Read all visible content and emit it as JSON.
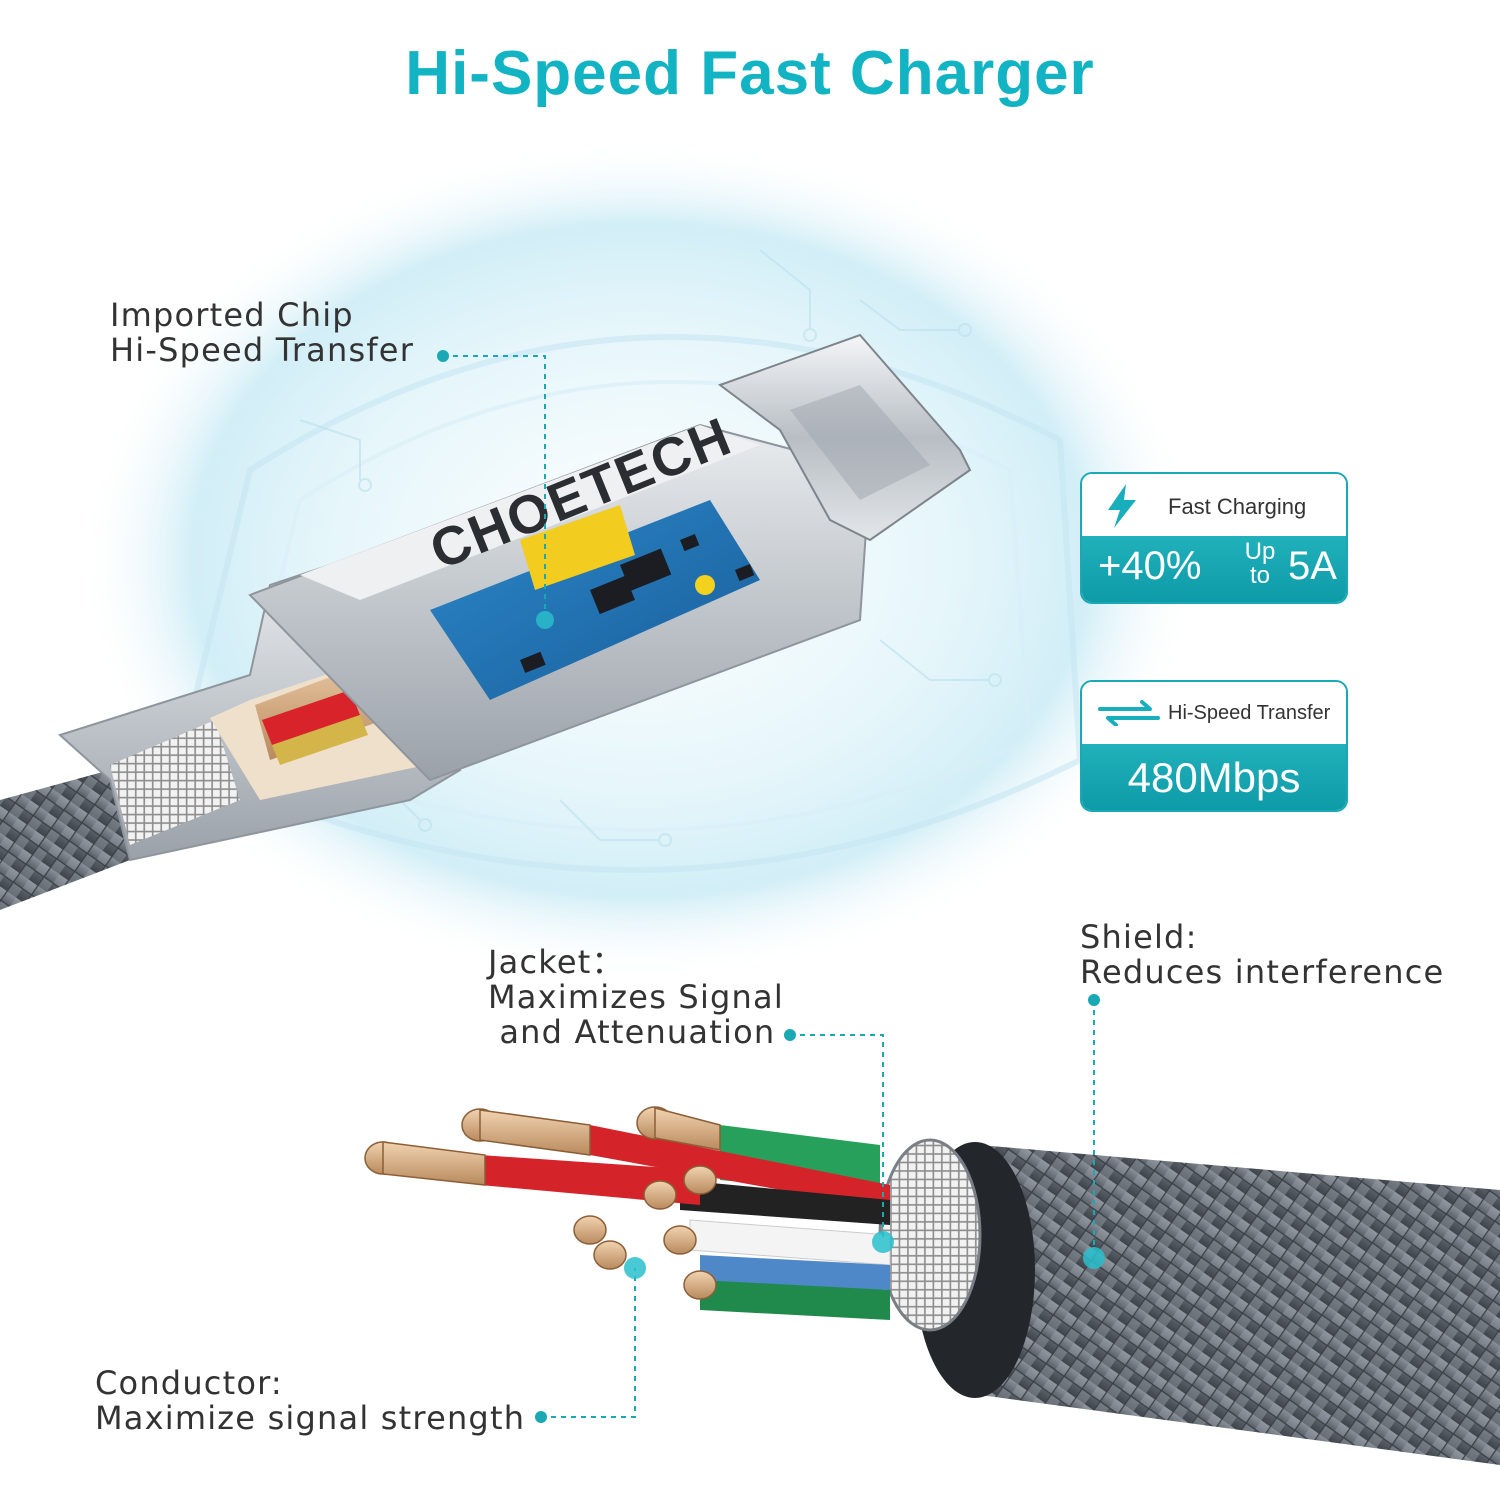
{
  "title": "Hi-Speed Fast Charger",
  "brand": "CHOETECH",
  "colors": {
    "accent": "#12b3c2",
    "badge_fill": "#14a3ae",
    "label_text": "#333333",
    "braid": "#6b7079",
    "housing": "#c9cdd2"
  },
  "callouts": {
    "chip": {
      "line1": "Imported Chip",
      "line2": "Hi-Speed Transfer"
    },
    "jacket": {
      "line1": "Jacket：",
      "line2": "Maximizes Signal",
      "line3": " and Attenuation"
    },
    "shield": {
      "line1": "Shield:",
      "line2": "Reduces interference"
    },
    "conductor": {
      "line1": "Conductor:",
      "line2": "Maximize signal strength"
    }
  },
  "badges": {
    "charging": {
      "icon": "lightning-bolt-icon",
      "heading": "Fast Charging",
      "boost": "+40%",
      "up": "Up",
      "to": "to",
      "current": "5A"
    },
    "transfer": {
      "icon": "transfer-arrows-icon",
      "heading": "Hi-Speed Transfer",
      "speed": "480Mbps"
    }
  }
}
